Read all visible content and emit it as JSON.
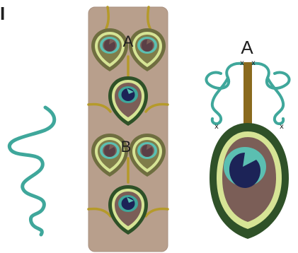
{
  "panel_letter": "I",
  "labels": {
    "strip_top": "A",
    "strip_middle": "B",
    "detail_top": "A"
  },
  "markers": [
    "x",
    "x",
    "x",
    "x"
  ],
  "colors": {
    "background": "#ffffff",
    "strip": "#b89f8c",
    "strip_border": "#a89080",
    "stalk": "#8a6a1e",
    "vein": "#b59a2a",
    "teal": "#3fa79b",
    "teal_dark": "#2e8f84",
    "navy": "#1c2357",
    "outer_green": "#2f5128",
    "pale_green": "#d6e495",
    "olive": "#7f7d4a",
    "brown_center": "#7b5e57",
    "eye_cyan": "#5bbfb1"
  }
}
